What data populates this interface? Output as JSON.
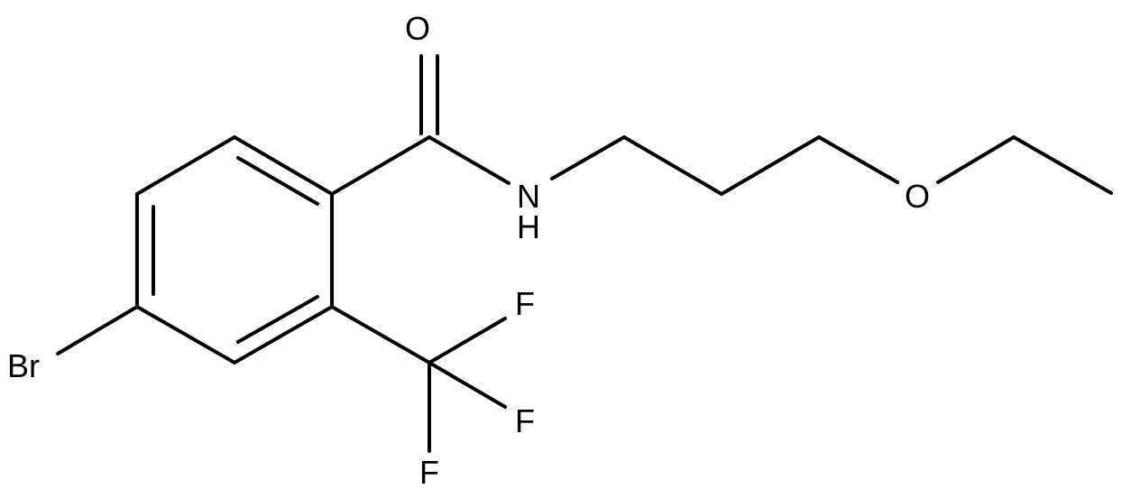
{
  "molecule": {
    "atoms": {
      "bromine": "Br",
      "oxygen_carbonyl": "O",
      "nitrogen": "N",
      "hydrogen_amide": "H",
      "oxygen_ether": "O",
      "fluorine_top": "F",
      "fluorine_right": "F",
      "fluorine_bottom": "F"
    },
    "colors": {
      "bond": "#000000",
      "label": "#000000",
      "background": "#ffffff"
    }
  }
}
